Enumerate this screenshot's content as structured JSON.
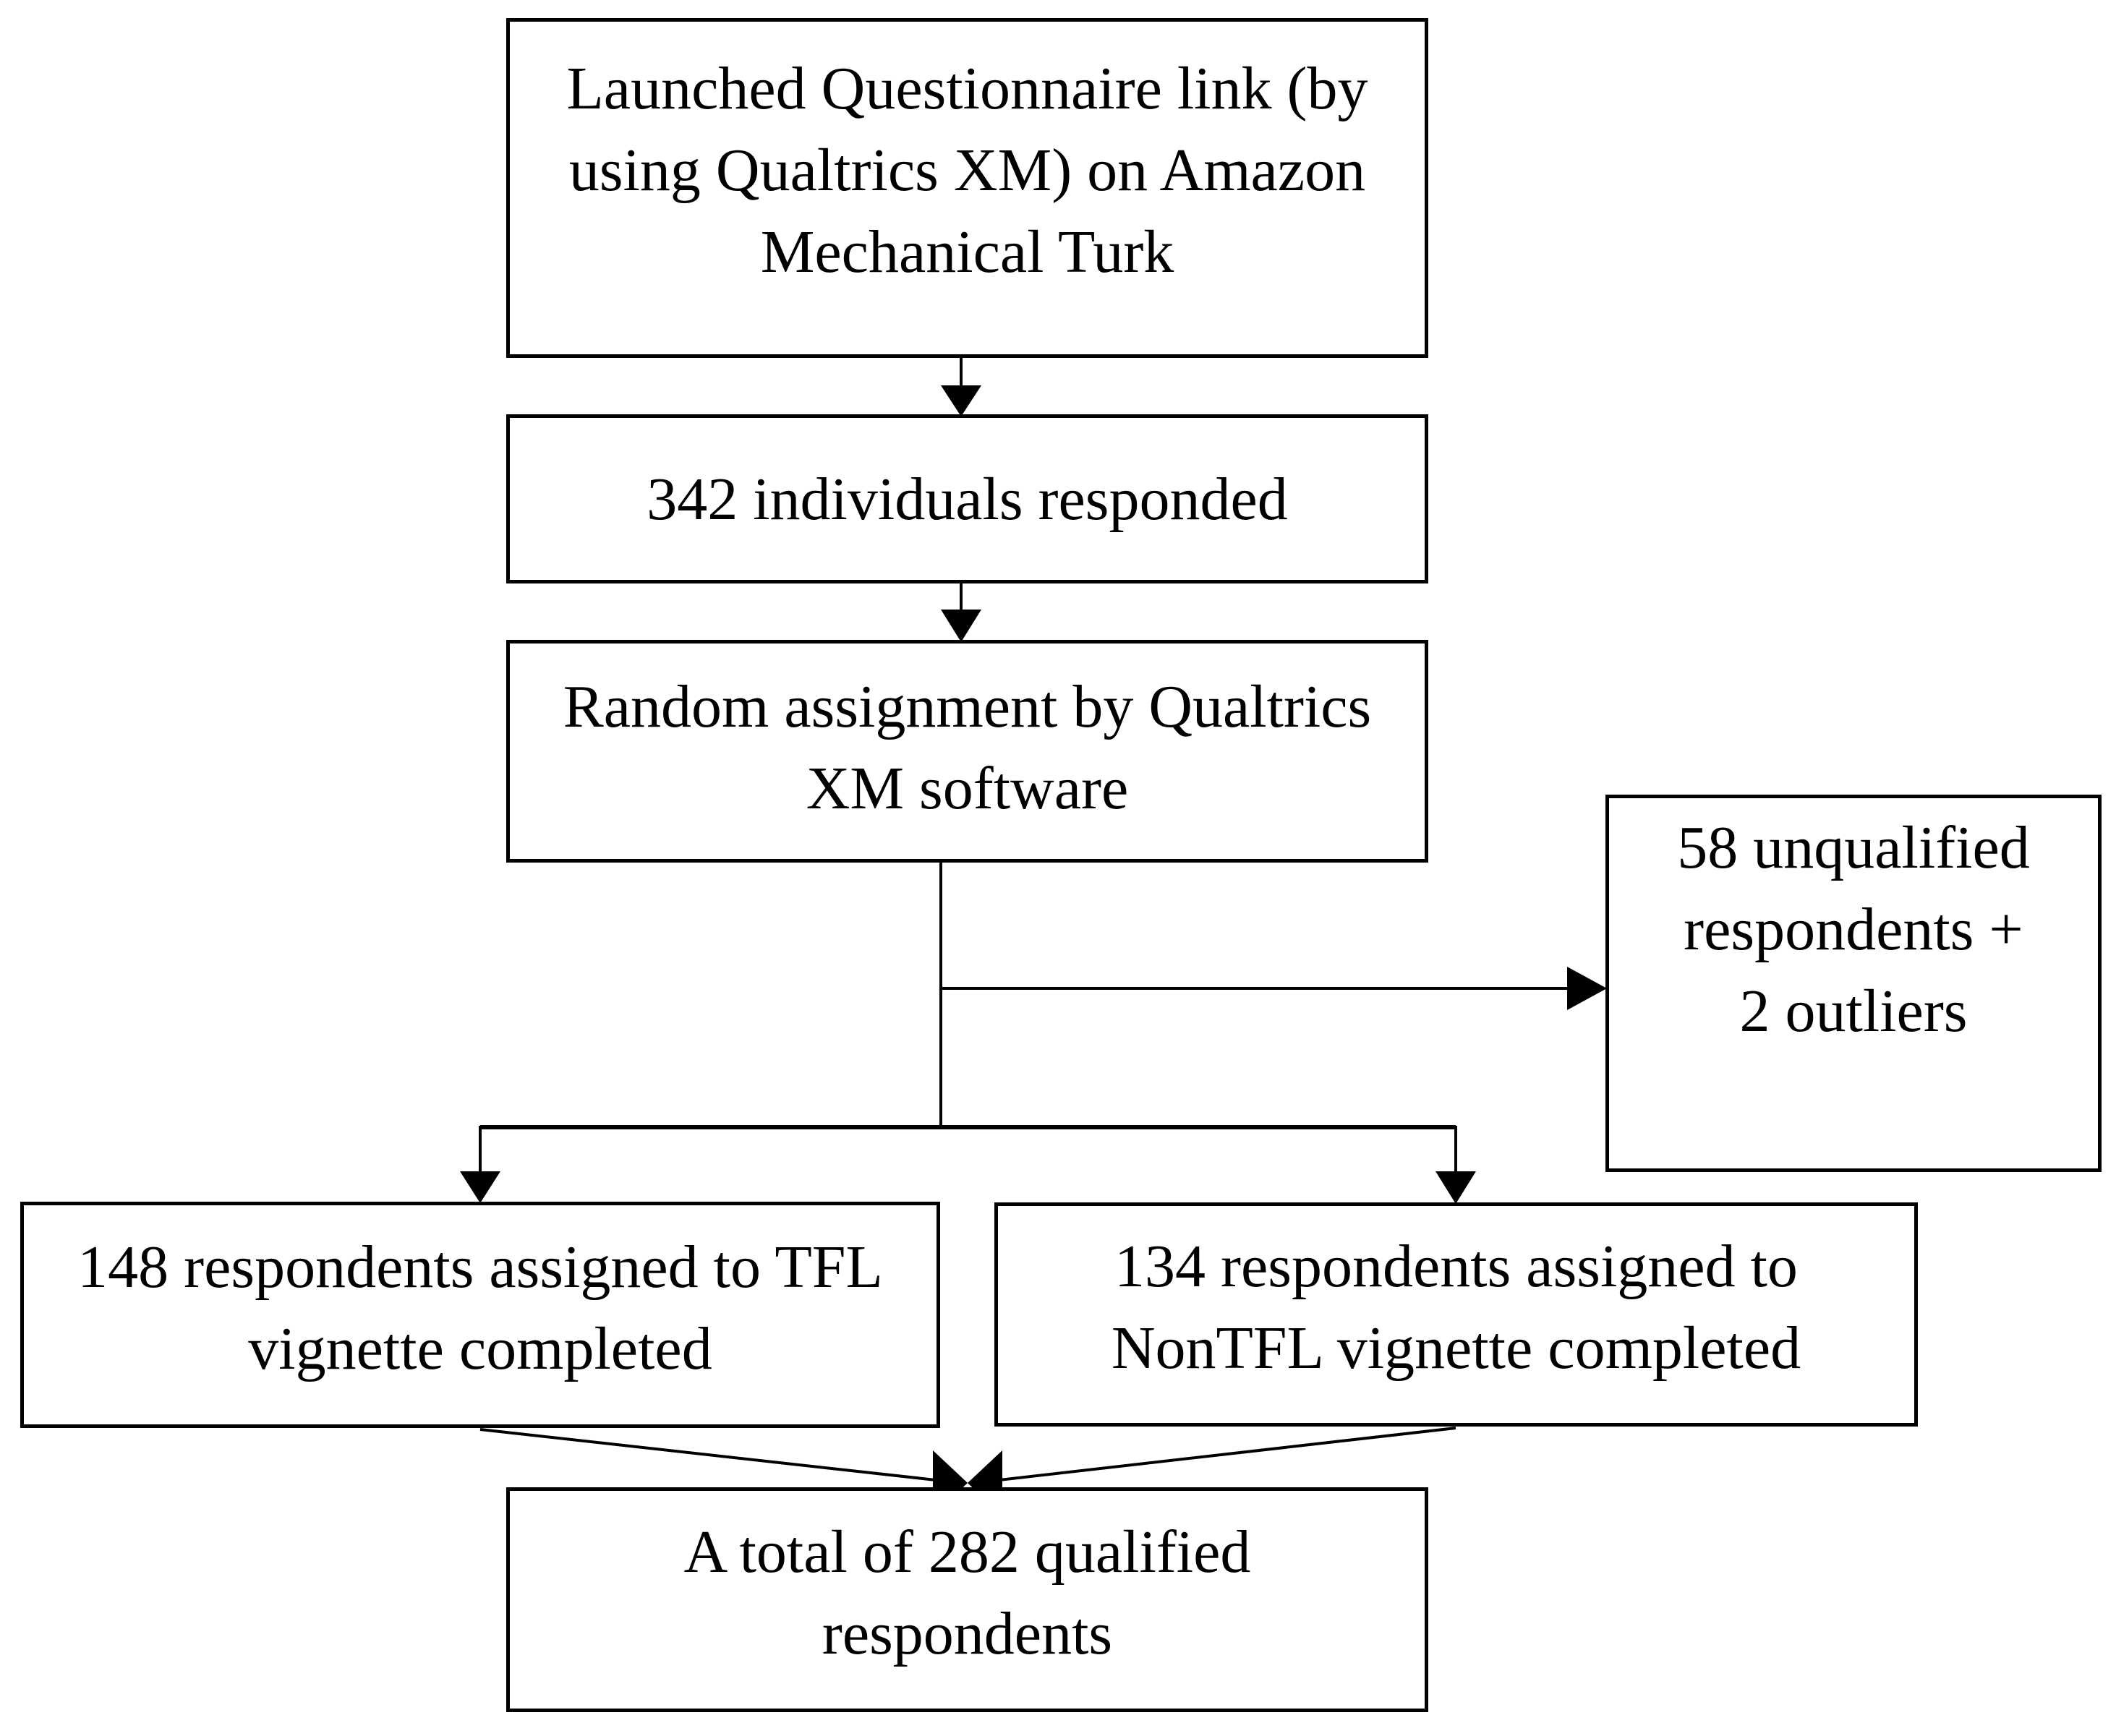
{
  "figure": {
    "background_color": "#ffffff",
    "line_color": "#000000",
    "text_color": "#000000"
  },
  "boxes": {
    "launch": {
      "lines": [
        "Launched Questionnaire link (by",
        "using Qualtrics XM) on Amazon",
        "Mechanical Turk"
      ]
    },
    "responded": {
      "lines": [
        "342 individuals responded"
      ]
    },
    "assignment": {
      "lines": [
        "Random assignment by Qualtrics",
        "XM software"
      ]
    },
    "excluded": {
      "lines": [
        "58 unqualified",
        "respondents +",
        "2 outliers"
      ]
    },
    "tfl": {
      "lines": [
        "148 respondents assigned to TFL",
        "vignette completed"
      ]
    },
    "nontfl": {
      "lines": [
        "134 respondents assigned to",
        "NonTFL vignette completed"
      ]
    },
    "total": {
      "lines": [
        "A total of 282 qualified",
        "respondents"
      ]
    }
  }
}
